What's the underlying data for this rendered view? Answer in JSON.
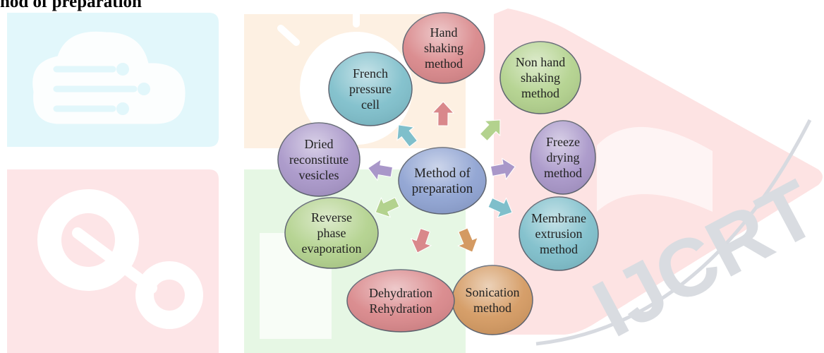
{
  "heading": "hod of preparation",
  "watermark": "IJCRT",
  "center": {
    "lines": [
      "Method of",
      "preparation"
    ],
    "fill": "#8fa3d2"
  },
  "nodes": [
    {
      "id": "hand-shaking",
      "lines": [
        "Hand",
        "shaking",
        "method"
      ],
      "fill": "#d9888b"
    },
    {
      "id": "non-hand-shaking",
      "lines": [
        "Non hand",
        "shaking",
        "method"
      ],
      "fill": "#b3d28e"
    },
    {
      "id": "freeze-drying",
      "lines": [
        "Freeze",
        "drying",
        "method"
      ],
      "fill": "#a997c9"
    },
    {
      "id": "membrane-extrusion",
      "lines": [
        "Membrane",
        "extrusion",
        "method"
      ],
      "fill": "#7fbfcb"
    },
    {
      "id": "sonication",
      "lines": [
        "Sonication",
        "method"
      ],
      "fill": "#d49a62"
    },
    {
      "id": "dehydration-rehydration",
      "lines": [
        "Dehydration",
        "Rehydration"
      ],
      "fill": "#d9888b"
    },
    {
      "id": "reverse-phase",
      "lines": [
        "Reverse",
        "phase",
        "evaporation"
      ],
      "fill": "#b3d28e"
    },
    {
      "id": "dried-reconstitute",
      "lines": [
        "Dried",
        "reconstitute",
        "vesicles"
      ],
      "fill": "#a997c9"
    },
    {
      "id": "french-pressure",
      "lines": [
        "French",
        "pressure",
        "cell"
      ],
      "fill": "#7fbfcb"
    }
  ]
}
